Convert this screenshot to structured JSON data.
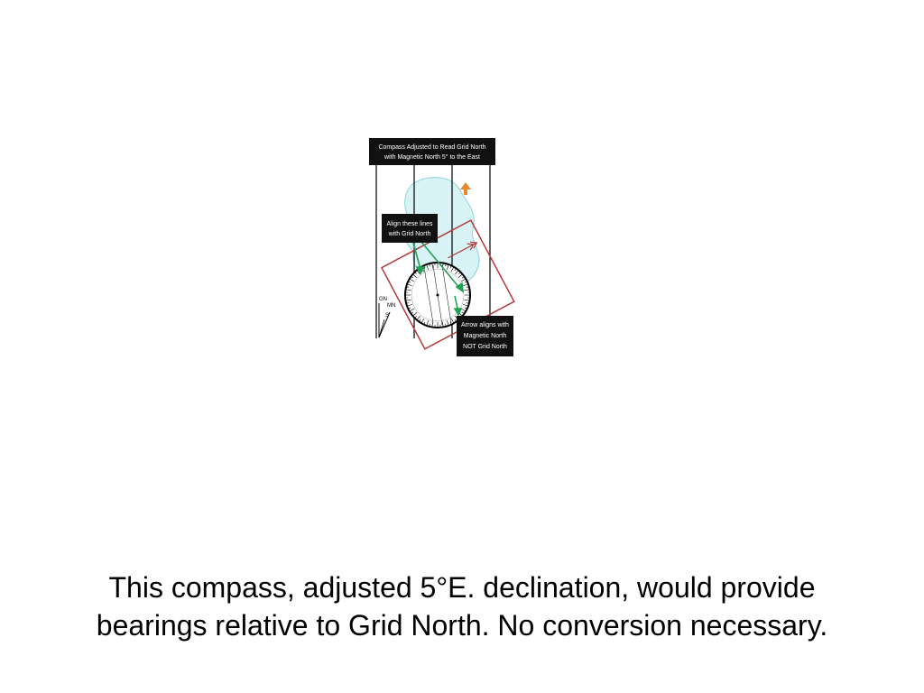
{
  "diagram": {
    "title_box": {
      "lines": [
        "Compass Adjusted to Read Grid North",
        "with Magnetic North 5° to the East"
      ]
    },
    "align_box": {
      "lines": [
        "Align these lines",
        "with Grid North"
      ]
    },
    "arrow_box": {
      "lines": [
        "Arrow aligns with",
        "Magnetic North",
        "NOT Grid North"
      ]
    },
    "declination_labels": {
      "grid_north": "GN",
      "magnetic_north": "MN",
      "star": "S"
    },
    "colors": {
      "label_box": "#111111",
      "baseplate": "#b23a3a",
      "lake": "#d8f3f6",
      "lake_outline": "#8fd3dc",
      "pointer": "#22a052",
      "compass_face": "#ffffff"
    },
    "icons": [
      "north-arrow-icon",
      "direction-of-travel-icon",
      "compass-needle-icon"
    ]
  },
  "caption": {
    "line1": "This compass, adjusted 5°E. declination, would provide",
    "line2": "bearings relative to Grid North. No conversion necessary."
  }
}
